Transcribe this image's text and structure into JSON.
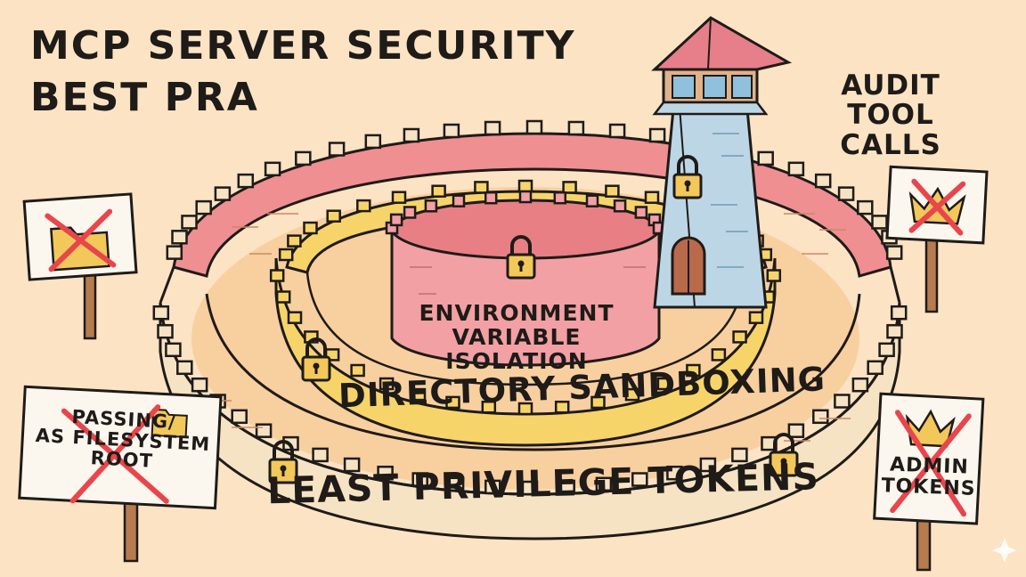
{
  "title": {
    "line1": "MCP SERVER SECURITY",
    "line2": "BEST PRA"
  },
  "labels": {
    "audit": "AUDIT TOOL\nCALLS",
    "env": "ENVIRONMENT\nVARIABLE ISOLATION",
    "directory": "DIRECTORY SANDBOXING",
    "least": "LEAST PRIVILEGE TOKENS"
  },
  "signs": {
    "left_bottom": "PASSING/\nAS FILESYSTEM\nROOT",
    "right_bottom": "ADMIN\nTOKENS"
  },
  "icons": {
    "left_top": "crossed-out-folder-icon",
    "right_top": "crossed-out-crown-icon",
    "left_bottom": "crossed-out-folder-icon",
    "right_bottom": "crossed-out-crown-icon",
    "locks": "padlock-icon",
    "corner": "sparkle-icon"
  },
  "colors": {
    "background": "#fbe3c4",
    "outer_wall": "#f6e3c3",
    "outer_inner_face": "#ef8f92",
    "middle_wall": "#f7d46a",
    "inner_tower": "#f2a0a4",
    "tower_stone": "#bcd6e6",
    "roof": "#e67f8a",
    "cross": "#e8464c",
    "lock": "#f3c85a"
  }
}
